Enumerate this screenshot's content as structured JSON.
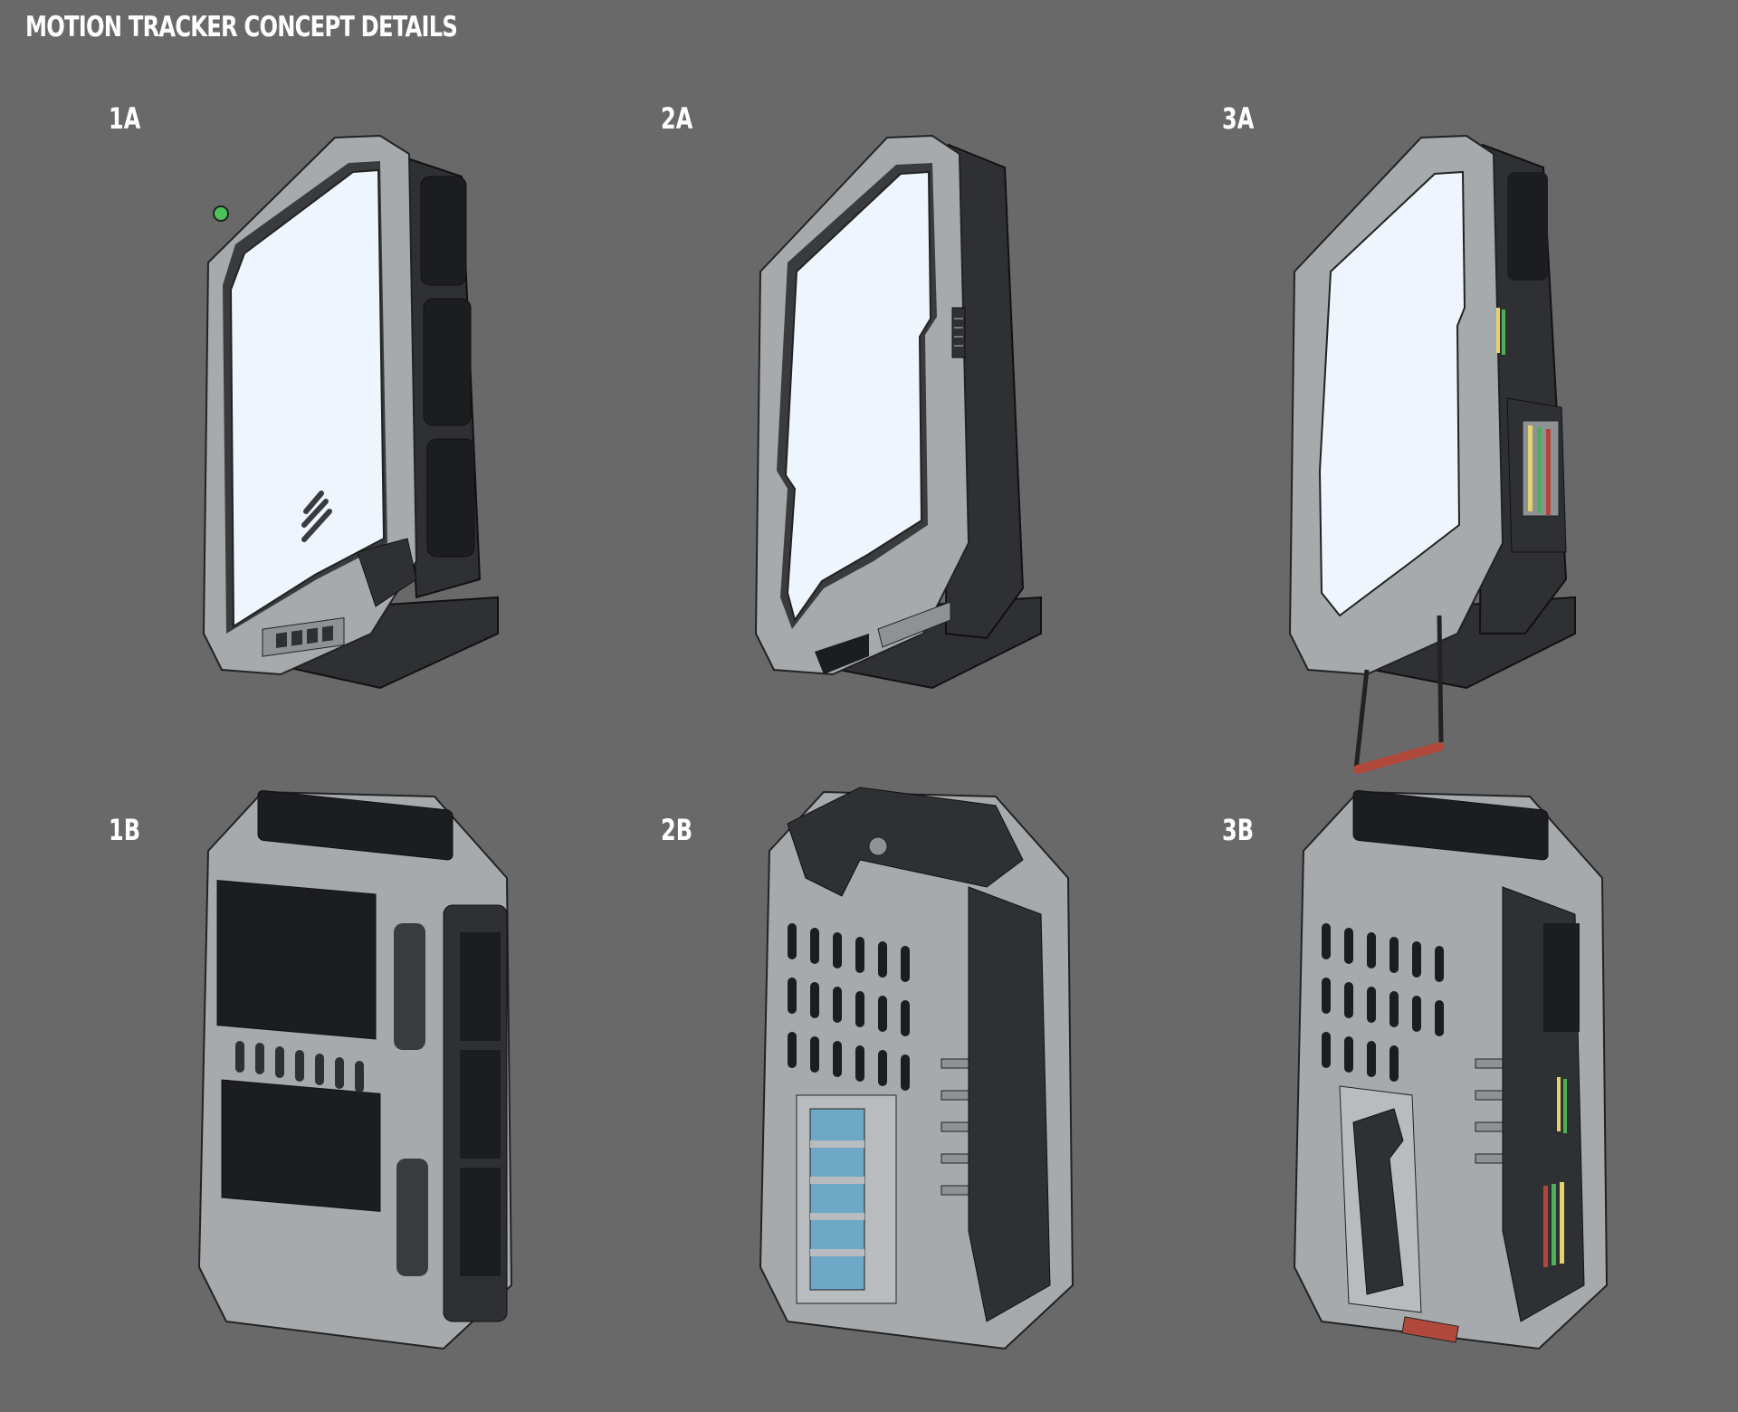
{
  "sheet": {
    "title": "MOTION TRACKER CONCEPT DETAILS",
    "background": "#696969"
  },
  "colors": {
    "body_gray": "#a7aaad",
    "body_gray_light": "#b9bcbf",
    "rubber_dark": "#2f3033",
    "rubber_black": "#1c1d20",
    "screen": "#eef5fc",
    "led_green": "#4cc25a",
    "strip_yellow": "#e3d36d",
    "strip_green": "#4fae58",
    "strip_red": "#b2463c",
    "handle_red": "#b0493c",
    "battery_blue": "#6fa7c7"
  },
  "views": [
    {
      "id": "1A",
      "label": "1A",
      "side": "front",
      "features": [
        "screen",
        "green-led",
        "vent-slots",
        "side-grips"
      ]
    },
    {
      "id": "2A",
      "label": "2A",
      "side": "front",
      "features": [
        "screen",
        "side-switch",
        "rubber-bumper"
      ]
    },
    {
      "id": "3A",
      "label": "3A",
      "side": "front",
      "features": [
        "screen",
        "indicator-strips",
        "fold-out-handle"
      ]
    },
    {
      "id": "1B",
      "label": "1B",
      "side": "back",
      "features": [
        "rubber-pads",
        "vent-grille",
        "side-grips"
      ]
    },
    {
      "id": "2B",
      "label": "2B",
      "side": "back",
      "features": [
        "vent-grille",
        "battery-window",
        "top-button"
      ]
    },
    {
      "id": "3B",
      "label": "3B",
      "side": "back",
      "features": [
        "vent-grille",
        "belt-clip",
        "indicator-strips",
        "handle"
      ]
    }
  ]
}
